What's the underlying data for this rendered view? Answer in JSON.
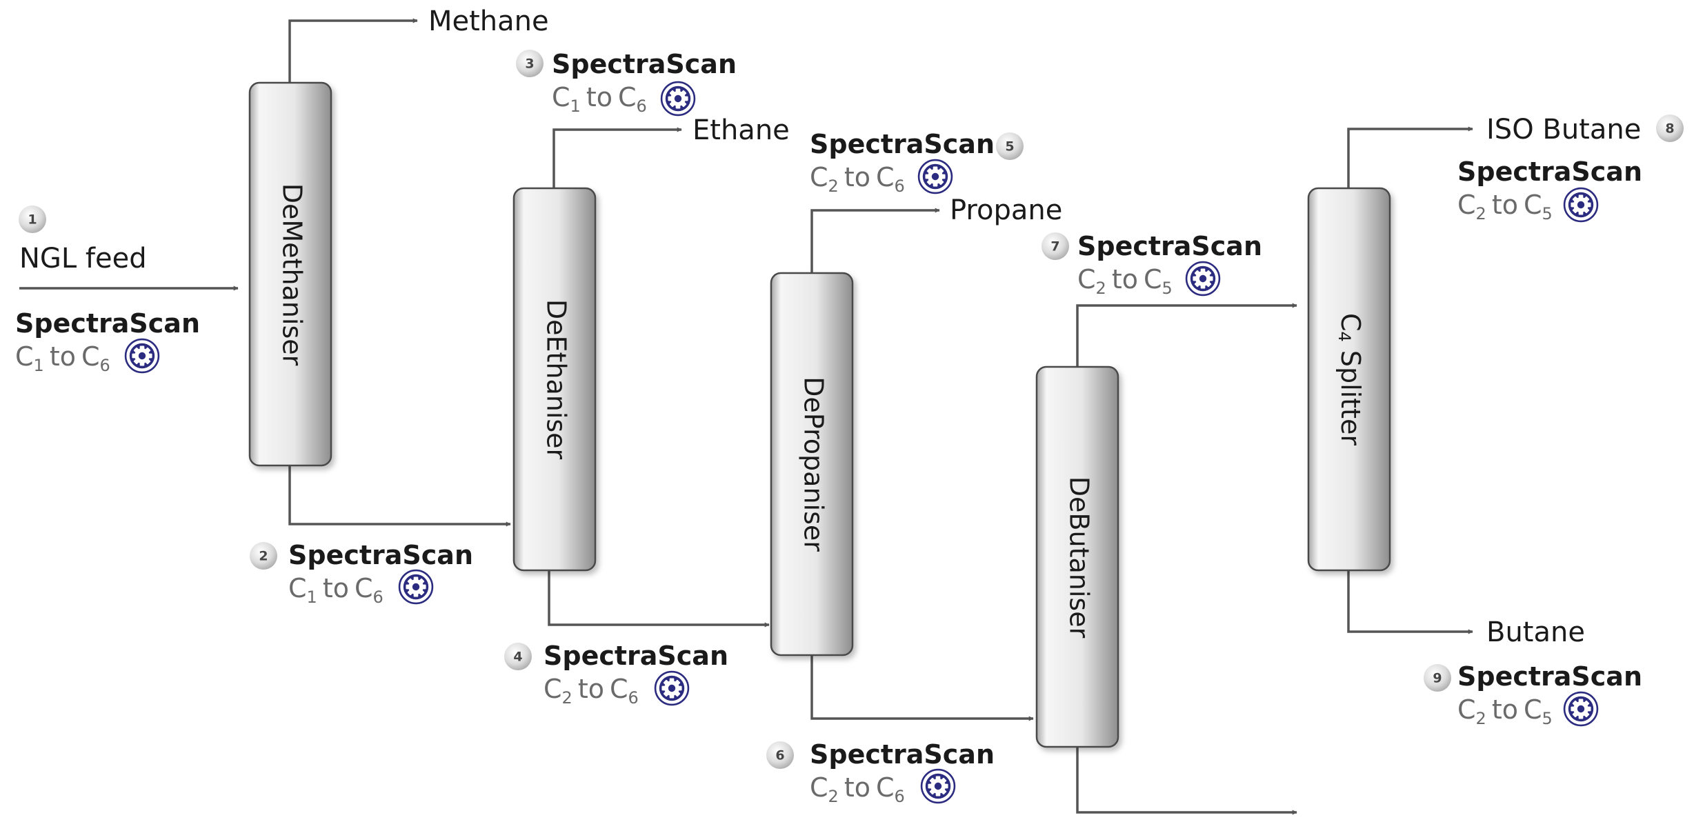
{
  "columns": [
    {
      "id": "demethaniser",
      "label": "DeMethaniser"
    },
    {
      "id": "deethaniser",
      "label": "DeEthaniser"
    },
    {
      "id": "depropaniser",
      "label": "DePropaniser"
    },
    {
      "id": "debutaniser",
      "label": "DeButaniser"
    },
    {
      "id": "c4splitter",
      "label_main": "C",
      "label_sub": "4",
      "label_rest": " Splitter"
    }
  ],
  "streams": {
    "feed": "NGL feed",
    "methane": "Methane",
    "ethane": "Ethane",
    "propane": "Propane",
    "iso_butane": "ISO Butane",
    "butane": "Butane"
  },
  "analyzers": [
    {
      "id": "ss1",
      "badge": "1",
      "title": "SpectraScan",
      "from": "1",
      "to": "6",
      "icon": "gear-icon"
    },
    {
      "id": "ss2",
      "badge": "2",
      "title": "SpectraScan",
      "from": "1",
      "to": "6",
      "icon": "gear-icon"
    },
    {
      "id": "ss3",
      "badge": "3",
      "title": "SpectraScan",
      "from": "1",
      "to": "6",
      "icon": "gear-icon"
    },
    {
      "id": "ss4",
      "badge": "4",
      "title": "SpectraScan",
      "from": "2",
      "to": "6",
      "icon": "gear-icon"
    },
    {
      "id": "ss5",
      "badge": "5",
      "title": "SpectraScan",
      "from": "2",
      "to": "6",
      "icon": "gear-icon"
    },
    {
      "id": "ss6",
      "badge": "6",
      "title": "SpectraScan",
      "from": "2",
      "to": "6",
      "icon": "gear-icon"
    },
    {
      "id": "ss7",
      "badge": "7",
      "title": "SpectraScan",
      "from": "2",
      "to": "5",
      "icon": "gear-icon"
    },
    {
      "id": "ss8",
      "badge": "8",
      "title": "SpectraScan",
      "from": "2",
      "to": "5",
      "icon": "gear-icon"
    },
    {
      "id": "ss9",
      "badge": "9",
      "title": "SpectraScan",
      "from": "2",
      "to": "5",
      "icon": "gear-icon"
    }
  ],
  "range_connector": "to",
  "range_symbol": "C",
  "colors": {
    "pipe": "#555555",
    "column_fill_light": "#f4f4f4",
    "column_fill_dark": "#9a9a9a",
    "gear": "#2b2b80",
    "badge": "#d0d0d0"
  }
}
